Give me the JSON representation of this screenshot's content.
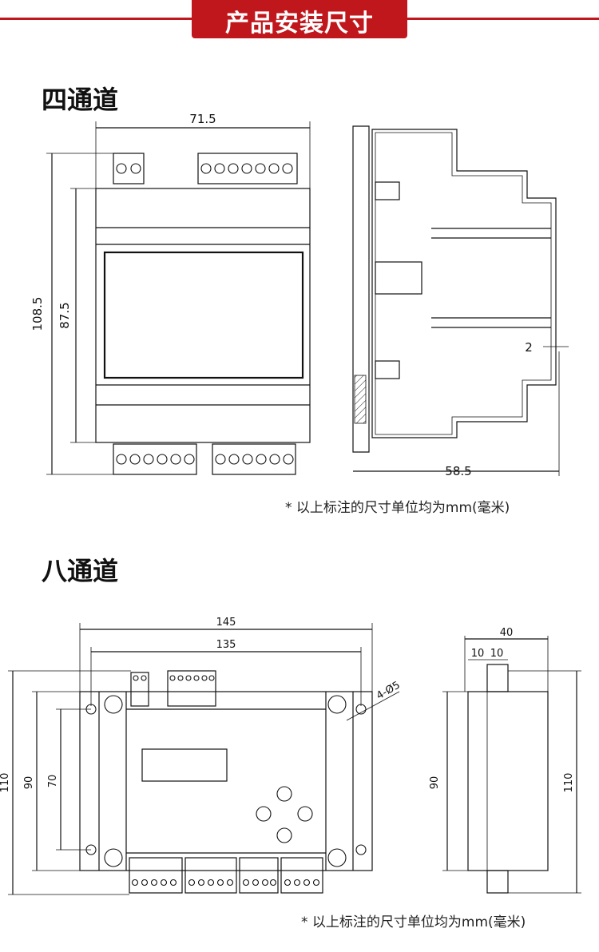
{
  "banner": {
    "title": "产品安装尺寸"
  },
  "four": {
    "title": "四通道",
    "dims": {
      "width": "71.5",
      "height_total": "108.5",
      "height_body": "87.5",
      "depth": "58.5",
      "gap": "2"
    },
    "note": "* 以上标注的尺寸单位均为mm(毫米)"
  },
  "eight": {
    "title": "八通道",
    "dims": {
      "width_total": "145",
      "width_holes": "135",
      "holes": "4-Ø5",
      "height_total": "110",
      "height_mid": "90",
      "height_holes": "70",
      "side_width": "40",
      "side_a": "10",
      "side_b": "10",
      "side_h90": "90",
      "side_h110": "110"
    },
    "note": "* 以上标注的尺寸单位均为mm(毫米)"
  }
}
